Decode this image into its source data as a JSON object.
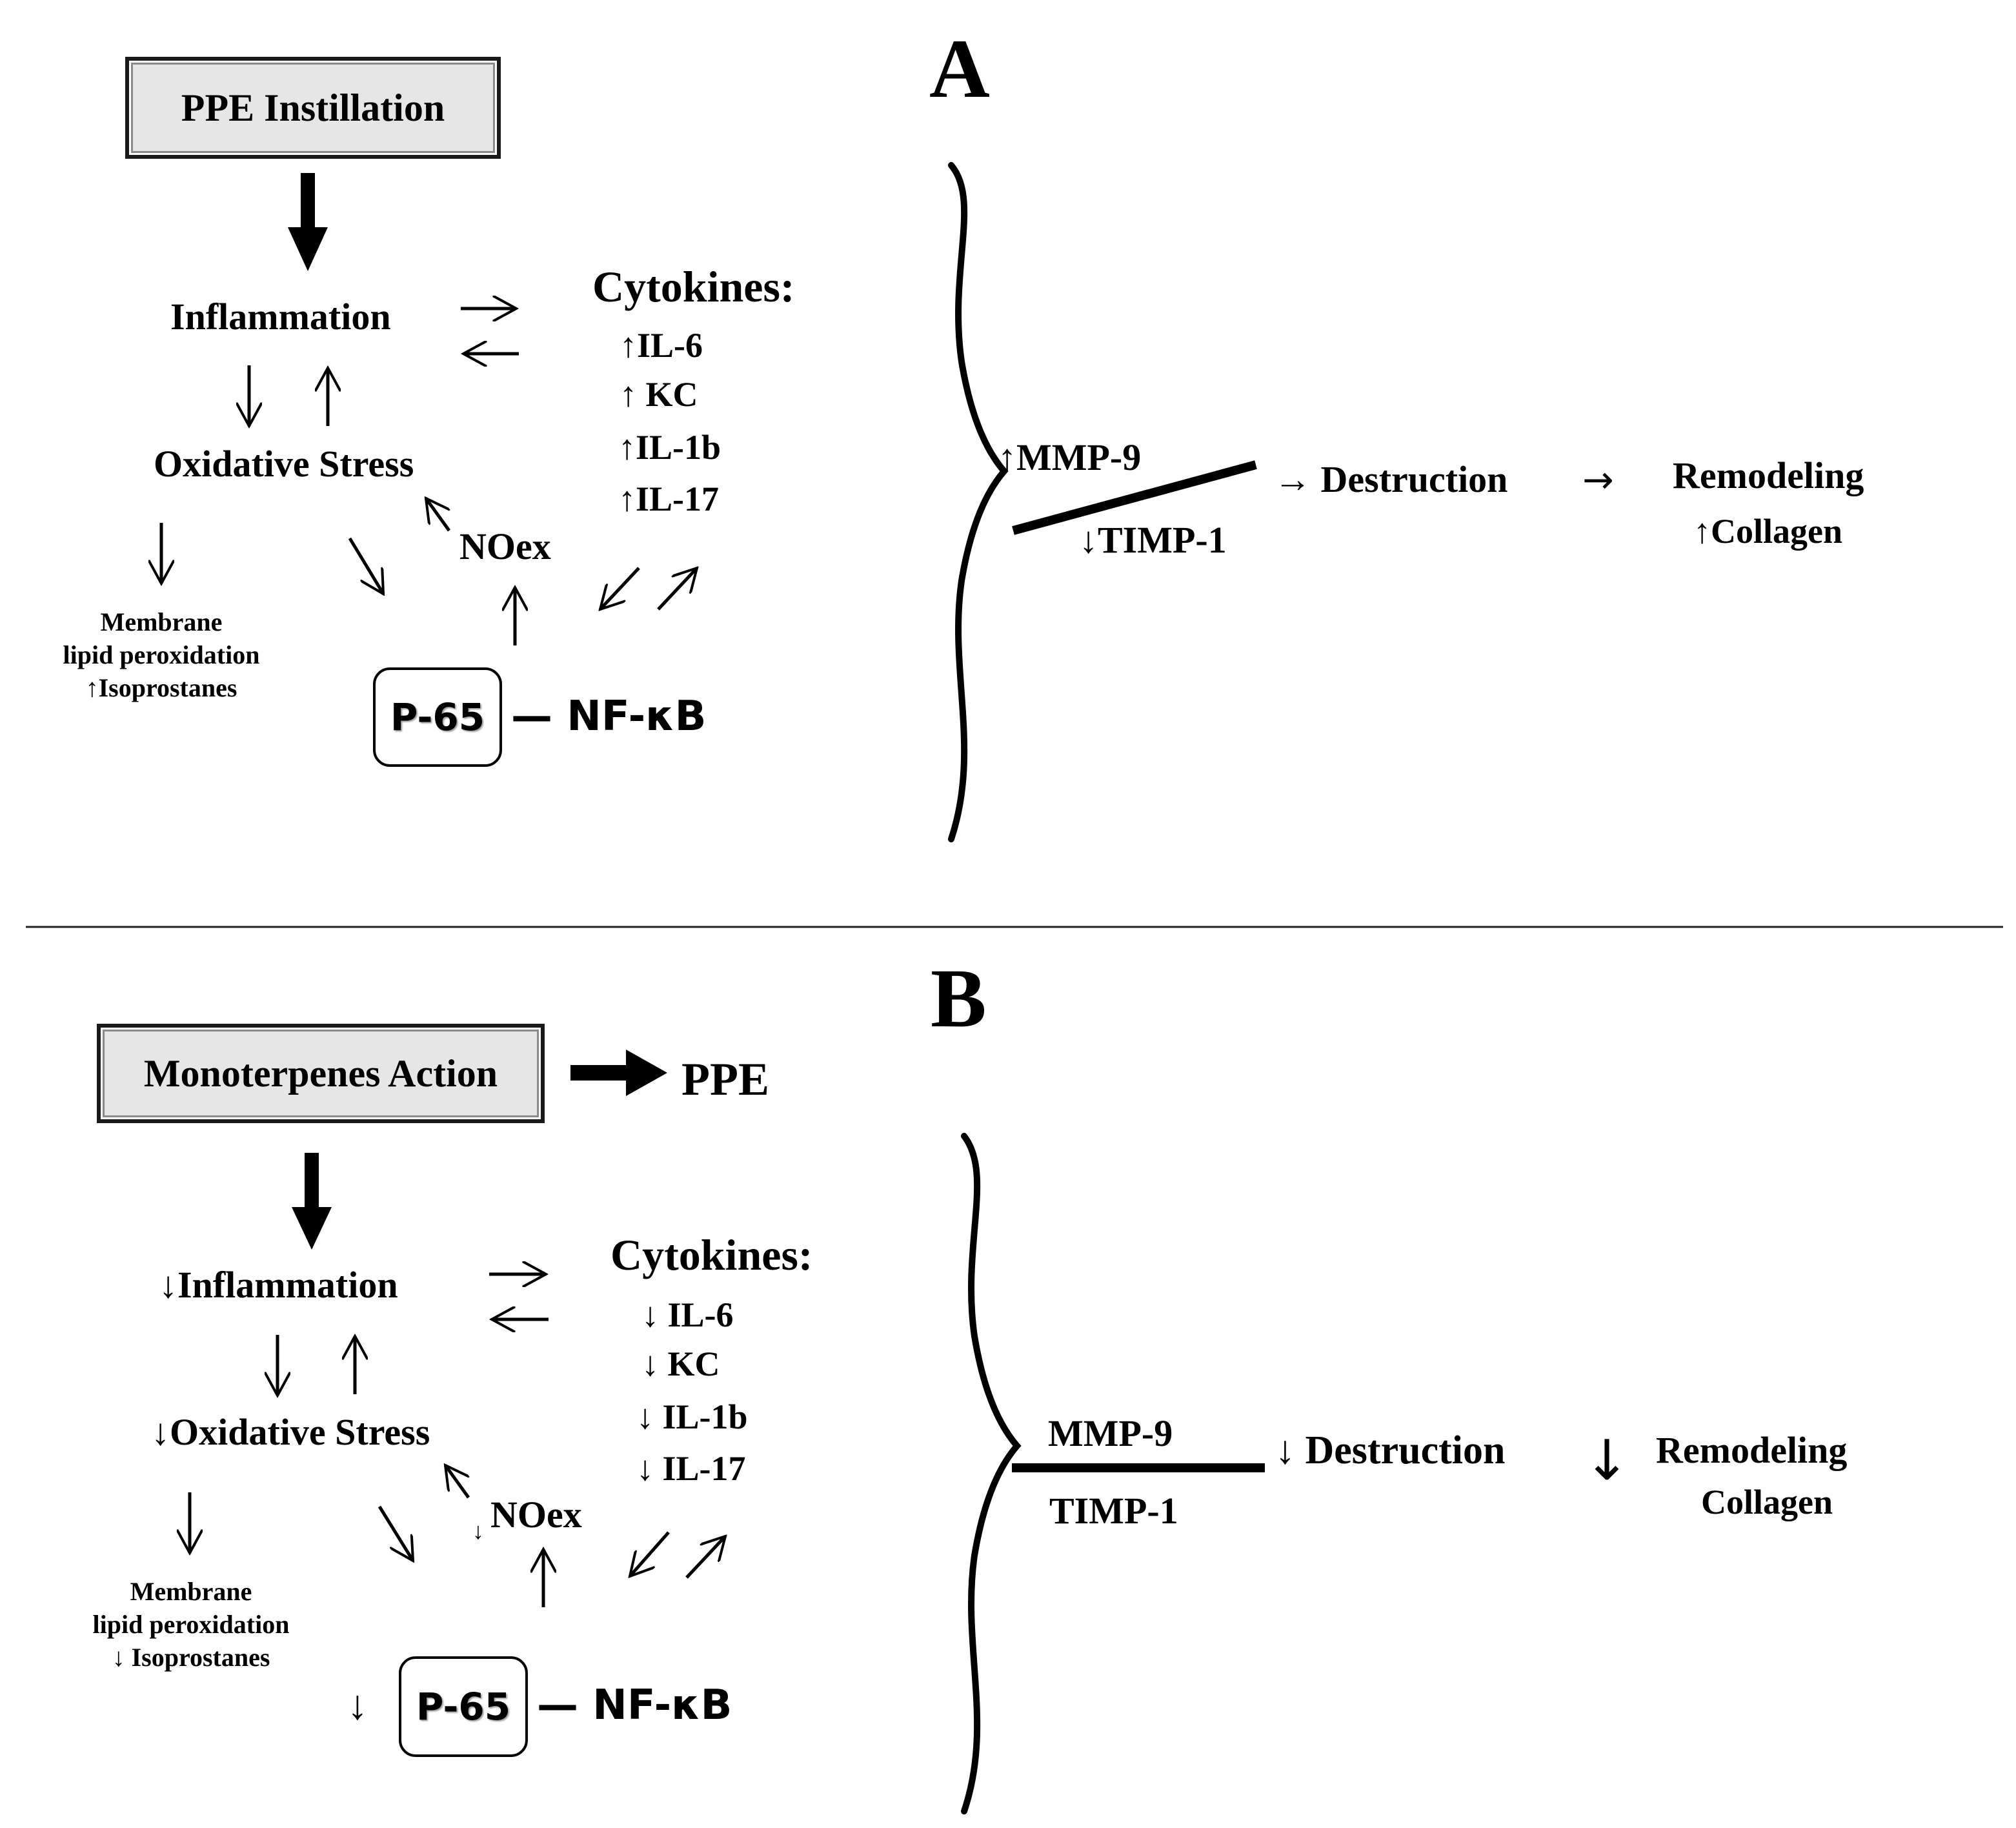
{
  "panel_a": {
    "letter": "A",
    "start_box": "PPE Instillation",
    "inflammation": "Inflammation",
    "oxidative_stress": "Oxidative Stress",
    "cytokines_title": "Cytokines:",
    "cytokines": [
      "↑IL-6",
      "↑ KC",
      "↑IL-1b",
      "↑IL-17"
    ],
    "noex": "NOex",
    "membrane": [
      "Membrane",
      "lipid peroxidation",
      "↑Isoprostanes"
    ],
    "p65": "P-65",
    "nfkb": "— NF-κB",
    "mmp9": "↑MMP-9",
    "timp1": "↓TIMP-1",
    "destruction": "→ Destruction",
    "remodel_arrow": "→",
    "remodeling": "Remodeling",
    "collagen": "↑Collagen"
  },
  "panel_b": {
    "letter": "B",
    "start_box": "Monoterpenes Action",
    "ppe": "PPE",
    "inflammation": "↓Inflammation",
    "oxidative_stress": "↓Oxidative Stress",
    "cytokines_title": "Cytokines:",
    "cytokines": [
      "↓ IL-6",
      "↓  KC",
      "↓ IL-1b",
      "↓ IL-17"
    ],
    "noex_arrow": "↓",
    "noex": "NOex",
    "membrane": [
      "Membrane",
      "lipid peroxidation",
      "↓ Isoprostanes"
    ],
    "p65_arrow": "↓",
    "p65": "P-65",
    "nfkb": "— NF-κB",
    "mmp9": "MMP-9",
    "timp1": "TIMP-1",
    "destruction": "↓ Destruction",
    "remodel_arrow": "↓",
    "remodeling": "Remodeling",
    "collagen": "Collagen"
  }
}
